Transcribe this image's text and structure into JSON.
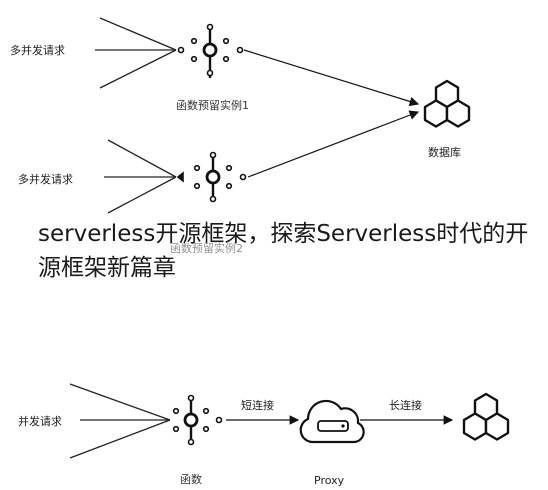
{
  "title": "serverless开源框架，探索Serverless时代的开源框架新篇章",
  "diagram_top": {
    "request_1": "多并发请求",
    "request_2": "多并发请求",
    "instance_1": "函数预留实例1",
    "instance_2": "函数预留实例2",
    "database": "数据库"
  },
  "diagram_bottom": {
    "request": "并发请求",
    "function": "函数",
    "short_conn": "短连接",
    "proxy": "Proxy",
    "long_conn": "长连接"
  }
}
